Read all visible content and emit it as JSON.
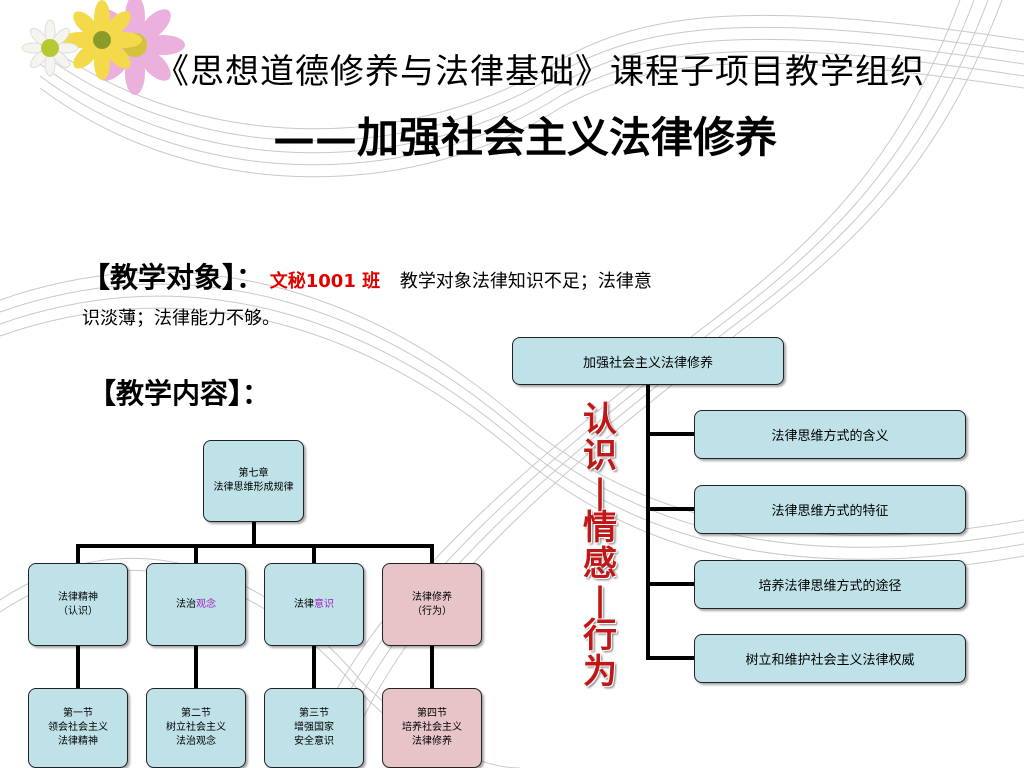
{
  "title_line1": "《思想道德修养与法律基础》课程子项目教学组织",
  "title_line2": "——加强社会主义法律修养",
  "objective": {
    "label": "【教学对象】：",
    "class_name": "文秘1001 班",
    "text": "教学对象法律知识不足；法律意",
    "text_cont": "识淡薄；法律能力不够。"
  },
  "content_label": "【教学内容】：",
  "left_tree": {
    "root": {
      "line1": "第七章",
      "line2": "法律思维形成规律"
    },
    "level1": [
      {
        "main": "法律精神",
        "sub": "（认识）"
      },
      {
        "main": "法治",
        "hl": "观念"
      },
      {
        "main": "法律",
        "hl": "意识"
      },
      {
        "main": "法律修养",
        "sub": "（行为）"
      }
    ],
    "level2": [
      {
        "l1": "第一节",
        "l2": "领会社会主义",
        "l3": "法律精神"
      },
      {
        "l1": "第二节",
        "l2": "树立社会主义",
        "l3": "法治观念"
      },
      {
        "l1": "第三节",
        "l2": "增强国家",
        "l3": "安全意识"
      },
      {
        "l1": "第四节",
        "l2": "培养社会主义",
        "l3": "法律修养"
      }
    ]
  },
  "right_tree": {
    "root": "加强社会主义法律修养",
    "children": [
      "法律思维方式的含义",
      "法律思维方式的特征",
      "培养法律思维方式的途径",
      "树立和维护社会主义法律权威"
    ]
  },
  "vertical_text": [
    "认",
    "识",
    "|",
    "情",
    "感",
    "|",
    "行",
    "为"
  ]
}
